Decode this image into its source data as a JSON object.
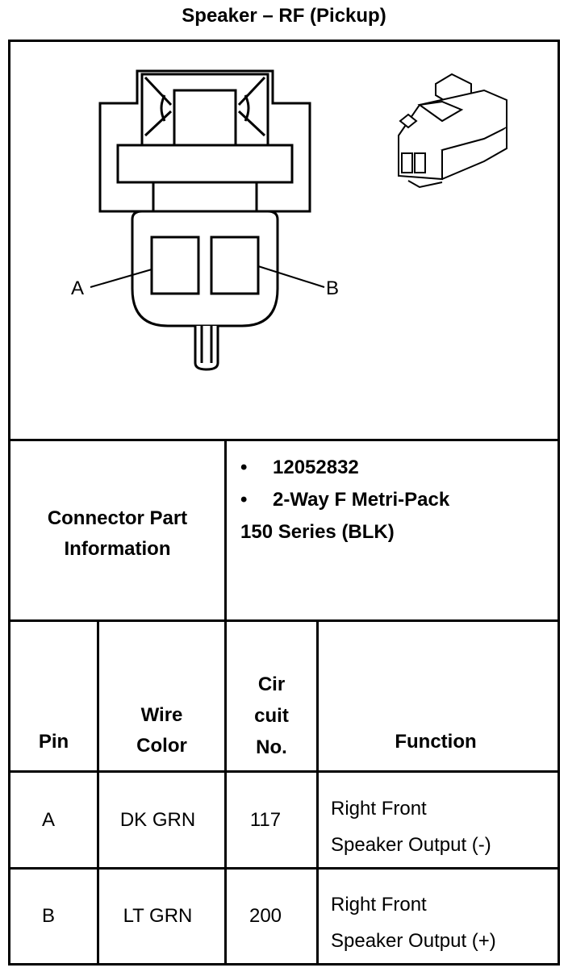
{
  "title": "Speaker – RF (Pickup)",
  "connector_diagram": {
    "pin_labels": [
      "A",
      "B"
    ]
  },
  "connector_info": {
    "label_line1": "Connector Part",
    "label_line2": "Information",
    "bullets": [
      "12052832",
      "2-Way F Metri-Pack"
    ],
    "bullet_symbol": "•",
    "series": "150 Series (BLK)"
  },
  "table": {
    "headers": {
      "pin": "Pin",
      "wire_color_line1": "Wire",
      "wire_color_line2": "Color",
      "circuit_line1": "Cir",
      "circuit_line2": "cuit",
      "circuit_line3": "No.",
      "function": "Function"
    },
    "rows": [
      {
        "pin": "A",
        "wire_color": "DK GRN",
        "circuit": "117",
        "function_line1": "Right Front",
        "function_line2": "Speaker Output (-)"
      },
      {
        "pin": "B",
        "wire_color": "LT GRN",
        "circuit": "200",
        "function_line1": "Right Front",
        "function_line2": "Speaker Output (+)"
      }
    ]
  }
}
